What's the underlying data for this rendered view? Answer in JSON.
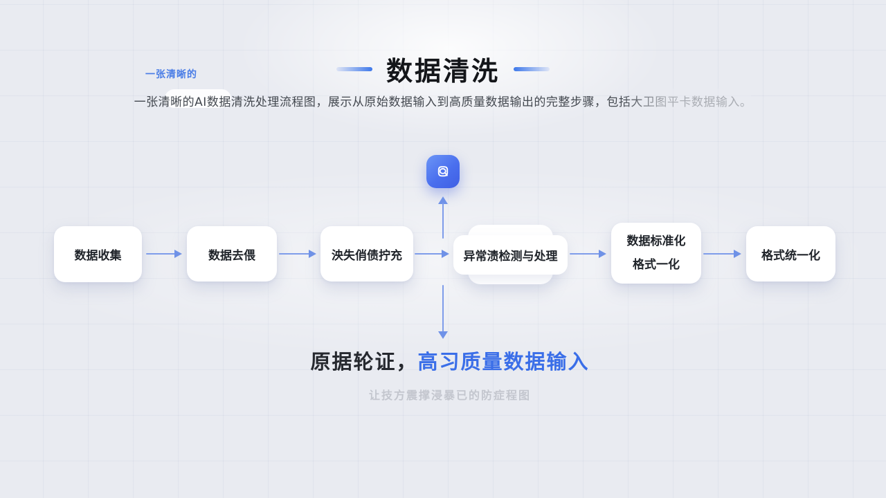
{
  "header": {
    "watermark": "一张清晰的",
    "title": "数据清洗",
    "subtitle": "一张清晰的AI数据清洗处理流程图，展示从原始数据输入到高质量数据输出的完整步骤，包括大卫图平卡数据输入。"
  },
  "flow": {
    "icon": "camera-icon",
    "nodes": [
      {
        "label": "数据收集"
      },
      {
        "label": "数据去偎"
      },
      {
        "label": "泱失俏债拧充"
      },
      {
        "label": "异常渍检测与处理"
      },
      {
        "label_line1": "数据标准化",
        "label_line2": "格式一化"
      },
      {
        "label": "格式统一化"
      }
    ]
  },
  "footer": {
    "result_dark": "原据轮证，",
    "result_blue": "高习质量数据输入",
    "caption": "让技方震撑浸暴已的防症程图"
  },
  "colors": {
    "background": "#e9ebf1",
    "accent_blue": "#3e78ea",
    "arrow_blue": "#7e9cea",
    "icon_gradient_start": "#6b95f6",
    "icon_gradient_end": "#3f5fe4",
    "node_background": "#ffffff",
    "caption_gray": "#c2c5cd"
  }
}
